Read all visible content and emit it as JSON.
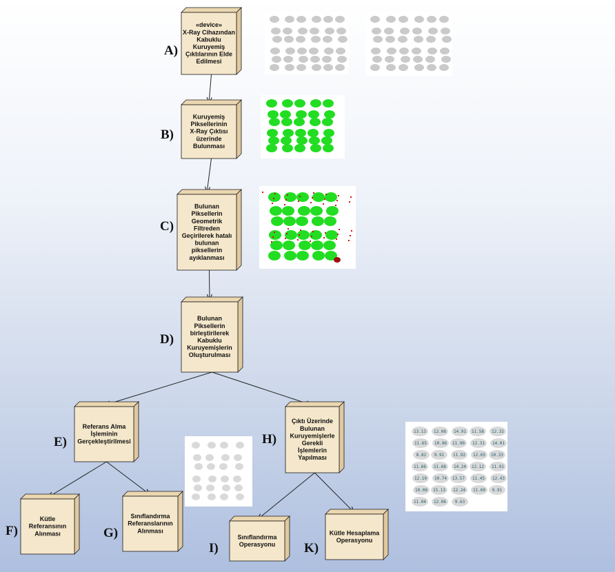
{
  "diagram": {
    "nodes": [
      {
        "id": "A",
        "step": "A)",
        "lines": [
          "«device»",
          "X-Ray Cihazından",
          "Kabuklu",
          "Kuruyemiş",
          "Çıktılarının Elde",
          "Edilmesi"
        ]
      },
      {
        "id": "B",
        "step": "B)",
        "lines": [
          "Kuruyemiş",
          "Piksellerinin",
          "X-Ray Çıktısı",
          "üzerinde",
          "Bulunması"
        ]
      },
      {
        "id": "C",
        "step": "C)",
        "lines": [
          "Bulunan",
          "Piksellerin",
          "Geometrik",
          "Filtreden",
          "Geçirilerek hatalı",
          "bulunan",
          "piksellerin",
          "ayıklanması"
        ]
      },
      {
        "id": "D",
        "step": "D)",
        "lines": [
          "Bulunan",
          "Piksellerin",
          "birleştirilerek",
          "Kabuklu",
          "Kuruyemişlerin",
          "Oluşturulması"
        ]
      },
      {
        "id": "E",
        "step": "E)",
        "lines": [
          "Referans Alma",
          "İşleminin",
          "Gerçekleştirilmesi"
        ]
      },
      {
        "id": "H",
        "step": "H)",
        "lines": [
          "Çıktı Üzerinde",
          "Bulunan",
          "Kuruyemişlerle",
          "Gerekli",
          "İşlemlerin",
          "Yapılması"
        ]
      },
      {
        "id": "F",
        "step": "F)",
        "lines": [
          "Kütle",
          "Referansının",
          "Alınması"
        ]
      },
      {
        "id": "G",
        "step": "G)",
        "lines": [
          "Sınıflandırma",
          "Referanslarının",
          "Alınması"
        ]
      },
      {
        "id": "I",
        "step": "I)",
        "lines": [
          "Sınıflandırma",
          "Operasyonu"
        ]
      },
      {
        "id": "K",
        "step": "K)",
        "lines": [
          "Kütle Hesaplama",
          "Operasyonu"
        ]
      }
    ],
    "edges": [
      [
        "A",
        "B"
      ],
      [
        "B",
        "C"
      ],
      [
        "C",
        "D"
      ],
      [
        "D",
        "E"
      ],
      [
        "D",
        "H"
      ],
      [
        "E",
        "F"
      ],
      [
        "E",
        "G"
      ],
      [
        "H",
        "I"
      ],
      [
        "H",
        "K"
      ]
    ],
    "mass_values": [
      "13.13",
      "12.08",
      "14.91",
      "11.58",
      "12.32",
      "11.65",
      "10.96",
      "11.90",
      "12.31",
      "14.01",
      "8.82",
      "9.91",
      "11.92",
      "12.65",
      "10.33",
      "11.66",
      "11.68",
      "14.24",
      "12.12",
      "11.91",
      "12.10",
      "10.74",
      "13.57",
      "11.45",
      "12.43",
      "10.08",
      "15.13",
      "12.24",
      "11.60",
      "9.91",
      "11.04",
      "12.06",
      "9.63"
    ],
    "colors": {
      "node_fill": "#f5e7cb",
      "node_side": "#ead6b0",
      "node_border": "#1a1a1a",
      "green_blob": "#22dd22",
      "red_noise": "#d01010"
    }
  }
}
